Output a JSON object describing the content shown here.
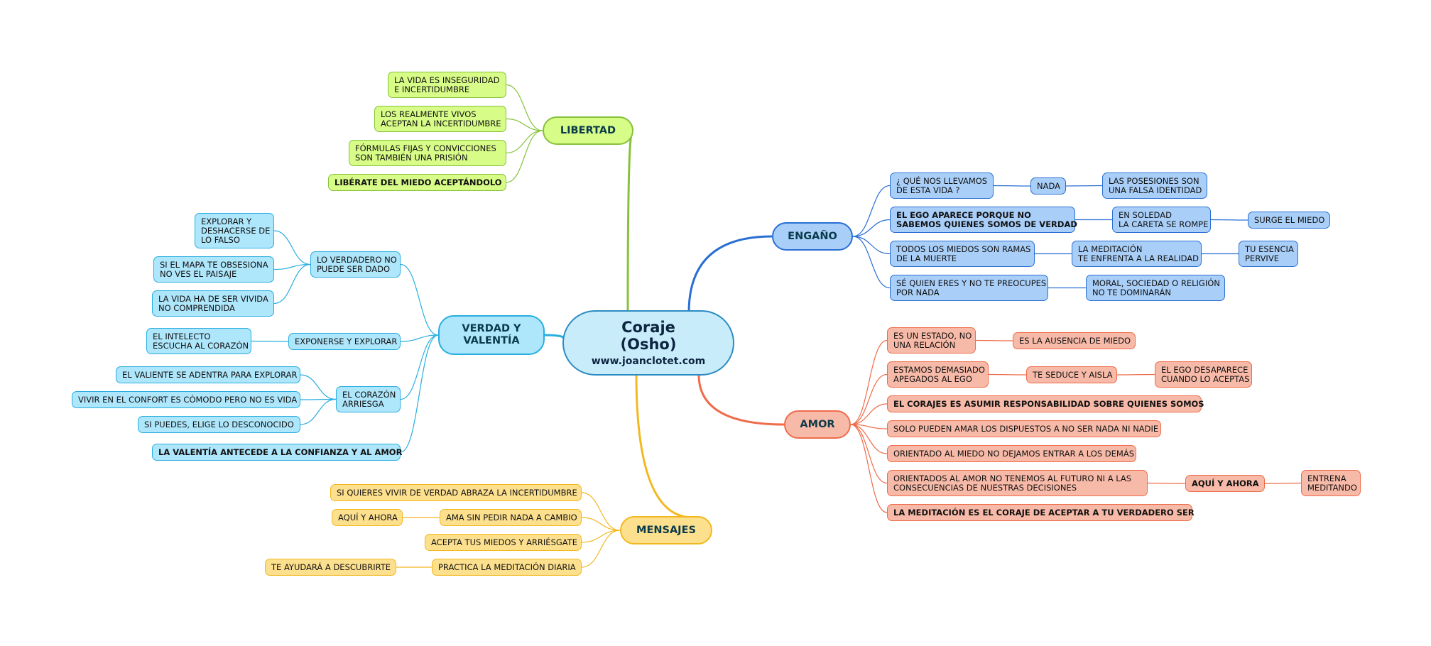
{
  "central": {
    "title": "Coraje\n(Osho)",
    "url": "www.joanclotet.com"
  },
  "colors": {
    "libertad": "#86c23a",
    "verdad": "#29aee0",
    "mensajes": "#f3b81f",
    "engano": "#2a6fd3",
    "amor": "#ef6b49"
  },
  "branches": {
    "libertad": "LIBERTAD",
    "verdad": "VERDAD Y\nVALENTÍA",
    "mensajes": "MENSAJES",
    "engano": "ENGAÑO",
    "amor": "AMOR"
  },
  "libertad": [
    "LA VIDA ES INSEGURIDAD\nE INCERTIDUMBRE",
    "LOS REALMENTE VIVOS\nACEPTAN LA INCERTIDUMBRE",
    "FÓRMULAS FIJAS Y CONVICCIONES\nSON TAMBIÉN UNA PRISIÓN",
    "LIBÉRATE DEL MIEDO ACEPTÁNDOLO"
  ],
  "verdad": {
    "lo_verdadero": "LO VERDADERO NO\nPUEDE SER DADO",
    "lo_verdadero_children": [
      "EXPLORAR Y\nDESHACERSE DE\nLO FALSO",
      "SI EL MAPA TE OBSESIONA\nNO VES EL PAISAJE",
      "LA VIDA HA DE SER VIVIDA\nNO COMPRENDIDA"
    ],
    "exponerse": "EXPONERSE Y EXPLORAR",
    "exponerse_children": [
      "EL INTELECTO\nESCUCHA AL CORAZÓN"
    ],
    "corazon": "EL CORAZÓN\nARRIESGA",
    "corazon_children": [
      "EL VALIENTE SE ADENTRA PARA EXPLORAR",
      "VIVIR EN EL CONFORT ES CÓMODO PERO NO ES VIDA",
      "SI PUEDES, ELIGE LO DESCONOCIDO"
    ],
    "valentia": "LA VALENTÍA ANTECEDE A LA CONFIANZA Y AL AMOR"
  },
  "mensajes": {
    "m1": "SI QUIERES VIVIR DE VERDAD ABRAZA LA INCERTIDUMBRE",
    "m2": "AMA SIN PEDIR NADA A CAMBIO",
    "m2_child": "AQUÍ Y AHORA",
    "m3": "ACEPTA TUS MIEDOS Y ARRIÉSGATE",
    "m4": "PRACTICA LA MEDITACIÓN DIARIA",
    "m4_child": "TE AYUDARÁ A DESCUBRIRTE"
  },
  "engano": {
    "e1": "¿ QUÉ NOS LLEVAMOS\nDE ESTA VIDA ?",
    "e1a": "NADA",
    "e1b": "LAS POSESIONES SON\nUNA FALSA IDENTIDAD",
    "e2": "EL EGO APARECE PORQUE NO\nSABEMOS QUIENES SOMOS DE VERDAD",
    "e2a": "EN SOLEDAD\nLA CARETA SE ROMPE",
    "e2b": "SURGE EL MIEDO",
    "e3": "TODOS LOS MIEDOS SON RAMAS\nDE LA MUERTE",
    "e3a": "LA MEDITACIÓN\nTE ENFRENTA A LA REALIDAD",
    "e3b": "TU ESENCIA\nPERVIVE",
    "e4": "SÉ QUIEN ERES Y NO TE PREOCUPES\nPOR NADA",
    "e4a": "MORAL, SOCIEDAD O RELIGIÓN\nNO TE DOMINARÁN"
  },
  "amor": {
    "a1": "ES UN ESTADO, NO\nUNA RELACIÓN",
    "a1a": "ES LA AUSENCIA DE MIEDO",
    "a2": "ESTAMOS DEMASIADO\nAPEGADOS AL EGO",
    "a2a": "TE SEDUCE Y AISLA",
    "a2b": "EL EGO DESAPARECE\nCUANDO LO ACEPTAS",
    "a3": "EL CORAJES ES ASUMIR RESPONSABILIDAD SOBRE QUIENES SOMOS",
    "a4": "SOLO PUEDEN AMAR LOS DISPUESTOS A NO SER NADA NI NADIE",
    "a5": "ORIENTADO AL MIEDO NO DEJAMOS ENTRAR A LOS DEMÁS",
    "a6": "ORIENTADOS AL AMOR NO TENEMOS AL FUTURO NI A LAS\nCONSECUENCIAS DE NUESTRAS DECISIONES",
    "a6a": "AQUÍ Y AHORA",
    "a6b": "ENTRENA\nMEDITANDO",
    "a7": "LA MEDITACIÓN ES EL CORAJE DE ACEPTAR A TU VERDADERO SER"
  }
}
